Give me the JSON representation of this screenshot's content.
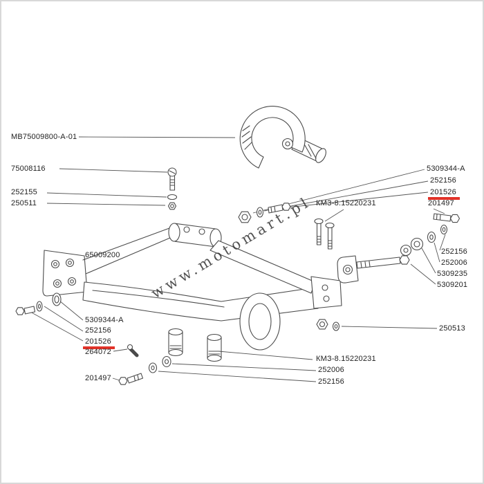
{
  "watermark": "www.motomart.pl",
  "colors": {
    "highlight_underline": "#e23228",
    "drawing_line": "#4a4a4a"
  },
  "callouts": [
    {
      "id": "mb-main-assembly",
      "text": "MB75009800-A-01",
      "highlighted": false
    },
    {
      "id": "p75008116",
      "text": "75008116",
      "highlighted": false
    },
    {
      "id": "p252155",
      "text": "252155",
      "highlighted": false
    },
    {
      "id": "p250511",
      "text": "250511",
      "highlighted": false
    },
    {
      "id": "p65009200",
      "text": "65009200",
      "highlighted": false
    },
    {
      "id": "p5309344a-left",
      "text": "5309344-A",
      "highlighted": false
    },
    {
      "id": "p252156-left",
      "text": "252156",
      "highlighted": false
    },
    {
      "id": "p201526-left",
      "text": "201526",
      "highlighted": true
    },
    {
      "id": "p264072",
      "text": "264072",
      "highlighted": false
    },
    {
      "id": "p201497-bottom-left",
      "text": "201497",
      "highlighted": false
    },
    {
      "id": "p5309344a-right",
      "text": "5309344-A",
      "highlighted": false
    },
    {
      "id": "p252156-right-top",
      "text": "252156",
      "highlighted": false
    },
    {
      "id": "p201526-right",
      "text": "201526",
      "highlighted": true
    },
    {
      "id": "p201497-right",
      "text": "201497",
      "highlighted": false
    },
    {
      "id": "pkm3-top",
      "text": "КМЗ-8.15220231",
      "highlighted": false
    },
    {
      "id": "p252156-right-mid",
      "text": "252156",
      "highlighted": false
    },
    {
      "id": "p252006-right-mid",
      "text": "252006",
      "highlighted": false
    },
    {
      "id": "p5309235",
      "text": "5309235",
      "highlighted": false
    },
    {
      "id": "p5309201",
      "text": "5309201",
      "highlighted": false
    },
    {
      "id": "p250513",
      "text": "250513",
      "highlighted": false
    },
    {
      "id": "pkm3-bottom",
      "text": "КМЗ-8.15220231",
      "highlighted": false
    },
    {
      "id": "p252006-bottom",
      "text": "252006",
      "highlighted": false
    },
    {
      "id": "p252156-bottom",
      "text": "252156",
      "highlighted": false
    }
  ]
}
